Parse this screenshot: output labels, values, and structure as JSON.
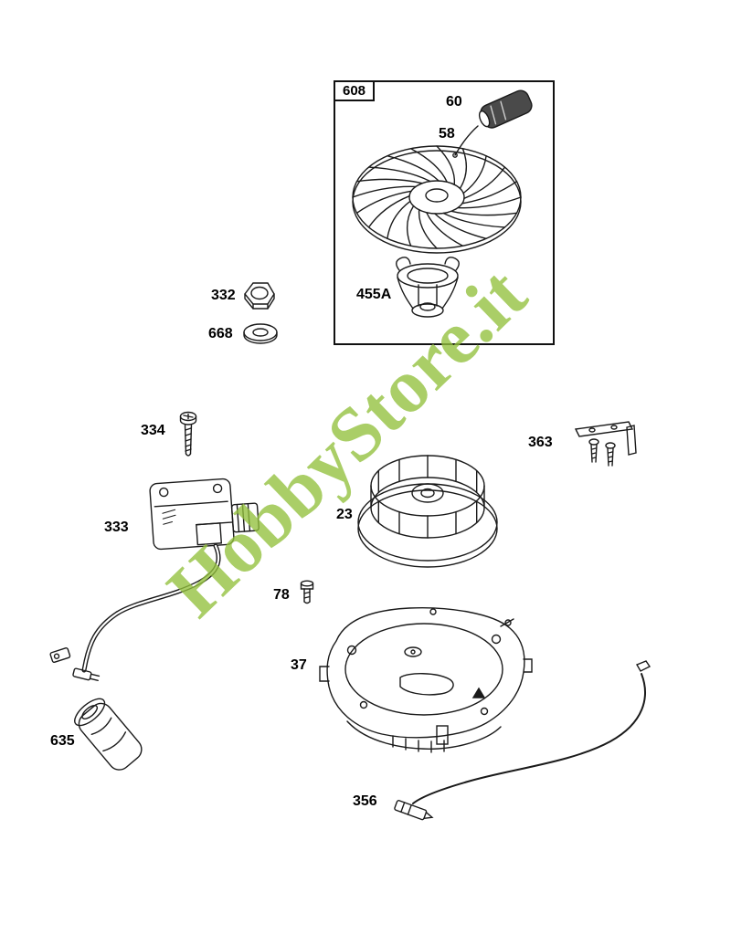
{
  "watermark": {
    "text": "HobbyStore.it",
    "color": "#93c13d"
  },
  "frame": {
    "label": "608"
  },
  "labels": {
    "p60": "60",
    "p58": "58",
    "p455a": "455A",
    "p332": "332",
    "p668": "668",
    "p334": "334",
    "p363": "363",
    "p23": "23",
    "p333": "333",
    "p78": "78",
    "p37": "37",
    "p635": "635",
    "p356": "356"
  }
}
